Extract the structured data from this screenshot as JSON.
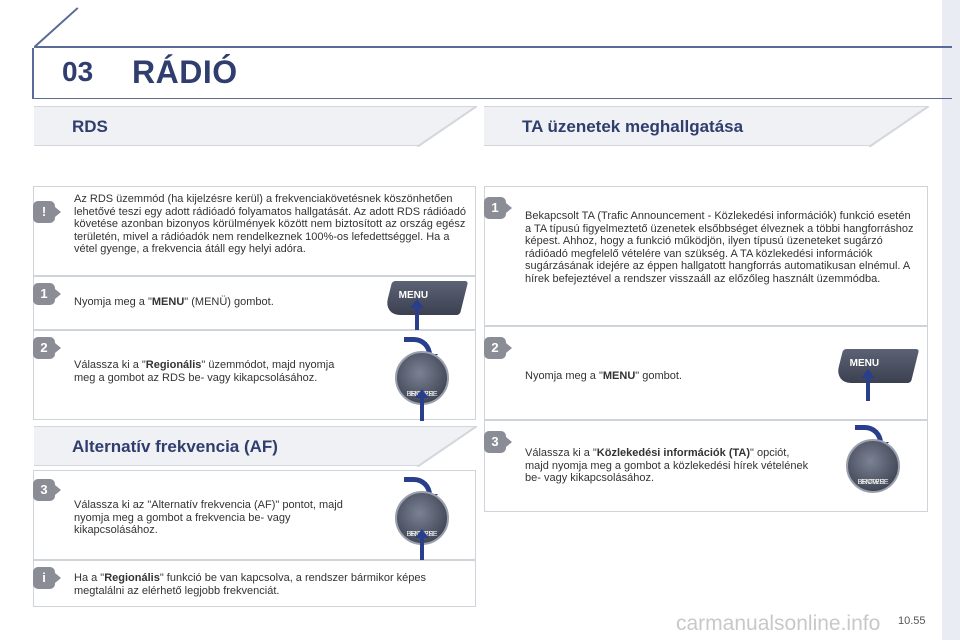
{
  "header": {
    "chapter_number": "03",
    "chapter_title": "RÁDIÓ"
  },
  "left": {
    "rds_title": "RDS",
    "rds_note": "Az RDS üzemmód (ha kijelzésre kerül) a frekvenciakövetésnek köszönhetően lehetővé teszi egy adott rádióadó folyamatos hallgatását. Az adott RDS rádióadó követése azonban bizonyos körülmények között nem biztosított az ország egész területén, mivel a rádióadók nem rendelkeznek 100%-os lefedettséggel. Ha a vétel gyenge, a frekvencia átáll egy helyi adóra.",
    "step1": {
      "num": "1",
      "pre": "Nyomja meg a \"",
      "bold": "MENU",
      "post": "\" (MENÜ) gombot."
    },
    "step2": {
      "num": "2",
      "pre": "Válassza ki a \"",
      "bold": "Regionális",
      "post": "\" üzemmódot, majd nyomja meg a gombot az RDS be- vagy kikapcsolásához."
    },
    "af_title": "Alternatív frekvencia (AF)",
    "step3": {
      "num": "3",
      "text": "Válassza ki az \"Alternatív frekvencia (AF)\" pontot, majd nyomja meg a gombot a frekvencia be- vagy kikapcsolásához."
    },
    "info": {
      "pre": "Ha a \"",
      "bold": "Regionális",
      "post": "\" funkció be van kapcsolva, a rendszer bármikor képes megtalálni az elérhető legjobb frekvenciát."
    }
  },
  "right": {
    "ta_title": "TA üzenetek meghallgatása",
    "step1": {
      "num": "1",
      "text": "Bekapcsolt TA (Trafic Announcement - Közlekedési információk) funkció esetén a TA típusú figyelmeztető üzenetek elsőbbséget élveznek a többi hangforráshoz képest. Ahhoz, hogy a funkció működjön, ilyen típusú üzeneteket sugárzó rádióadó megfelelő vételére van szükség. A TA közlekedési információk sugárzásának idejére az éppen hallgatott hangforrás automatikusan elnémul. A hírek befejeztével a rendszer visszaáll az előzőleg használt üzemmódba."
    },
    "step2": {
      "num": "2",
      "pre": "Nyomja meg a \"",
      "bold": "MENU",
      "post": "\" gombot."
    },
    "step3": {
      "num": "3",
      "pre": "Válassza ki a \"",
      "bold": "Közlekedési információk (TA)",
      "post": "\" opciót, majd nyomja meg a gombot a közlekedési hírek vételének be- vagy kikapcsolásához."
    }
  },
  "pictos": {
    "menu_label": "MENU",
    "knob_line1": "BROWSE",
    "knob_line2": "ENTER"
  },
  "footer": {
    "page_number": "10.55",
    "watermark": "carmanualsonline.info"
  },
  "colors": {
    "title_blue": "#2f3e6e",
    "arrow_blue": "#2a3f8c",
    "tag_grey": "#8a8d96"
  }
}
